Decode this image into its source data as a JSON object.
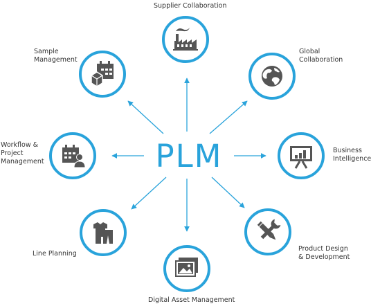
{
  "center": {
    "label": "PLM"
  },
  "nodes": [
    {
      "key": "supplier",
      "lines": [
        "Supplier Collaboration"
      ],
      "icon": "factory-icon"
    },
    {
      "key": "global",
      "lines": [
        "Global",
        "Collaboration"
      ],
      "icon": "globe-icon"
    },
    {
      "key": "bi",
      "lines": [
        "Business",
        "Intelligence"
      ],
      "icon": "presentation-chart-icon"
    },
    {
      "key": "design",
      "lines": [
        "Product Design",
        "& Development"
      ],
      "icon": "tools-icon"
    },
    {
      "key": "dam",
      "lines": [
        "Digital Asset Management"
      ],
      "icon": "photos-icon"
    },
    {
      "key": "line",
      "lines": [
        "Line Planning"
      ],
      "icon": "garment-icon"
    },
    {
      "key": "workflow",
      "lines": [
        "Workflow &",
        "Project",
        "Management"
      ],
      "icon": "calendar-person-icon"
    },
    {
      "key": "sample",
      "lines": [
        "Sample",
        "Management"
      ],
      "icon": "calendar-box-icon"
    }
  ],
  "colors": {
    "accent": "#29a3db",
    "icon": "#555555",
    "text": "#333333"
  }
}
